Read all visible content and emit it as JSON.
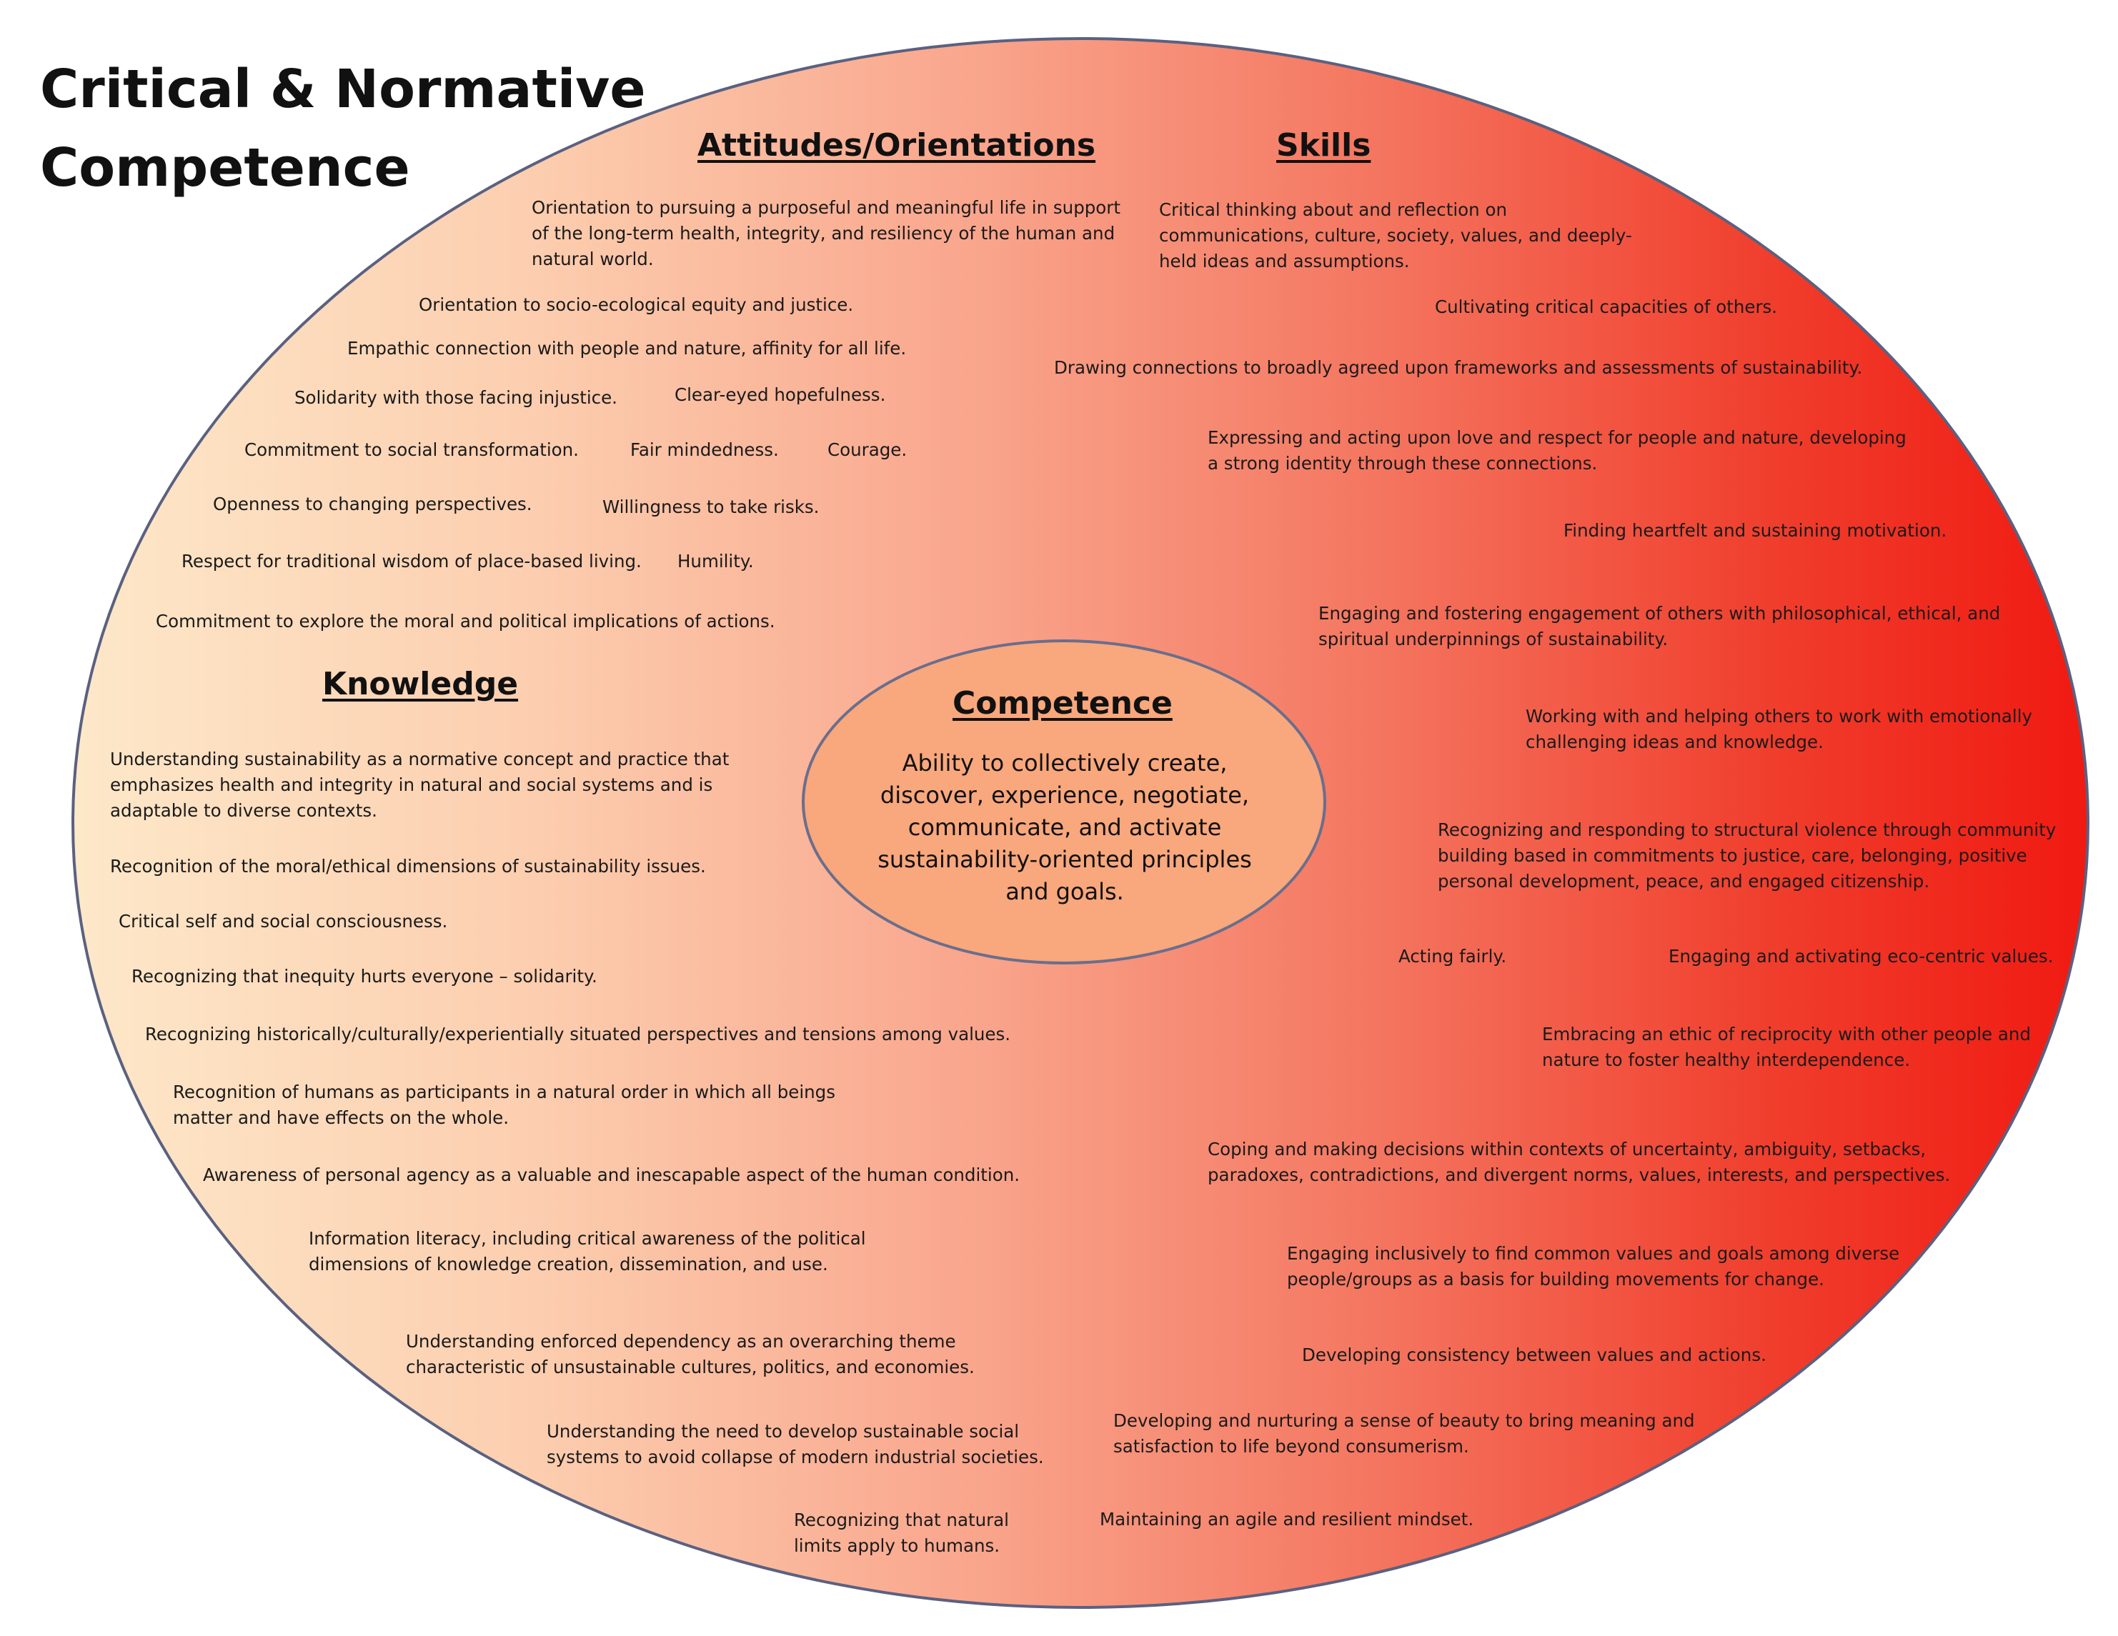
{
  "title_line1": "Critical & Normative",
  "title_line2": "Competence",
  "colors": {
    "left_gradient": "#fde8c9",
    "right_gradient": "#f01a12",
    "center_fill": "#f9a77c",
    "outline": "#5a6180"
  },
  "attitudes": {
    "heading": "Attitudes/Orientations",
    "items": [
      [
        "Orientation to pursuing a purposeful and meaningful life in support",
        "of the long-term health, integrity, and resiliency of the human and",
        "natural world."
      ],
      [
        "Orientation to socio-ecological equity and justice."
      ],
      [
        "Empathic connection with people and nature, affinity for all life."
      ],
      [
        "Solidarity with those facing injustice."
      ],
      [
        "Clear-eyed hopefulness."
      ],
      [
        "Commitment to social transformation."
      ],
      [
        "Fair mindedness."
      ],
      [
        "Courage."
      ],
      [
        "Openness to changing perspectives."
      ],
      [
        "Willingness to take risks."
      ],
      [
        "Respect for traditional wisdom of place-based living."
      ],
      [
        "Humility."
      ],
      [
        "Commitment to explore the moral and political implications of actions."
      ]
    ]
  },
  "knowledge": {
    "heading": "Knowledge",
    "items": [
      [
        "Understanding sustainability as a normative concept and practice that",
        "emphasizes health and integrity in natural and social systems and is",
        "adaptable to diverse contexts."
      ],
      [
        "Recognition of the moral/ethical dimensions of sustainability issues."
      ],
      [
        "Critical self and social consciousness."
      ],
      [
        "Recognizing that inequity hurts everyone – solidarity."
      ],
      [
        "Recognizing historically/culturally/experientially situated perspectives and tensions among values."
      ],
      [
        "Recognition of humans as participants in a natural order in which all beings",
        "matter and have effects on the whole."
      ],
      [
        "Awareness of personal agency as a valuable and inescapable aspect of the human condition."
      ],
      [
        "Information literacy, including critical awareness of the political",
        "dimensions of knowledge creation, dissemination, and use."
      ],
      [
        "Understanding enforced dependency as an overarching theme",
        "characteristic of unsustainable cultures, politics, and economies."
      ],
      [
        "Understanding the need to develop sustainable social",
        "systems to avoid collapse of modern industrial societies."
      ],
      [
        "Recognizing that natural",
        "limits apply to humans."
      ]
    ]
  },
  "skills": {
    "heading": "Skills",
    "items": [
      [
        "Critical thinking about and reflection on",
        "communications, culture, society, values, and deeply-",
        "held ideas and assumptions."
      ],
      [
        "Cultivating critical capacities of others."
      ],
      [
        "Drawing connections to broadly agreed upon frameworks and assessments of sustainability."
      ],
      [
        "Expressing and acting upon love and respect for people and nature, developing",
        "a strong identity through these connections."
      ],
      [
        "Finding heartfelt and sustaining motivation."
      ],
      [
        "Engaging and fostering engagement of others with philosophical, ethical, and",
        "spiritual underpinnings of sustainability."
      ],
      [
        "Working with and helping others to work with emotionally",
        "challenging ideas and knowledge."
      ],
      [
        "Recognizing and responding to structural violence through community",
        "building based in commitments to justice, care, belonging, positive",
        "personal development, peace, and engaged citizenship."
      ],
      [
        "Acting fairly."
      ],
      [
        "Engaging and activating eco-centric values."
      ],
      [
        "Embracing an ethic of reciprocity with other people and",
        "nature to foster healthy interdependence."
      ],
      [
        "Coping and making decisions within contexts of uncertainty, ambiguity, setbacks,",
        "paradoxes, contradictions, and divergent norms, values, interests, and perspectives."
      ],
      [
        "Engaging inclusively to find common values and goals among diverse",
        "people/groups as a basis for building movements for change."
      ],
      [
        "Developing consistency between values and actions."
      ],
      [
        "Developing and nurturing a sense of beauty to bring meaning and",
        "satisfaction to life beyond consumerism."
      ],
      [
        "Maintaining an agile and resilient mindset."
      ]
    ]
  },
  "competence": {
    "heading": "Competence",
    "lines": [
      "Ability to collectively create,",
      "discover, experience, negotiate,",
      "communicate, and activate",
      "sustainability-oriented principles",
      "and goals."
    ]
  }
}
